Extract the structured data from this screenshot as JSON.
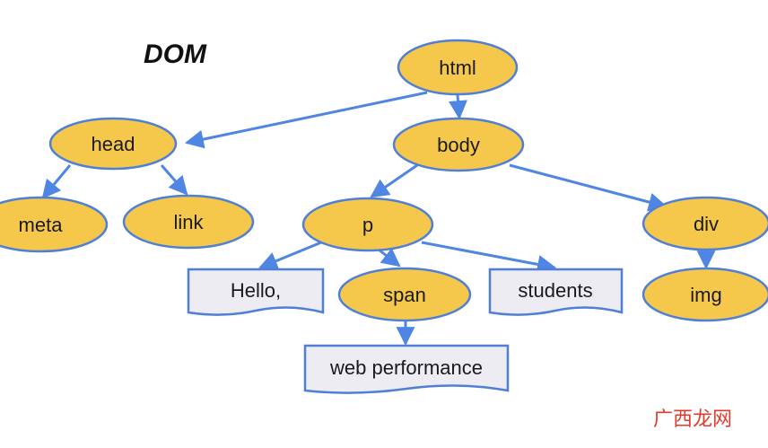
{
  "title": "DOM",
  "colors": {
    "node_fill": "#f5c84b",
    "node_stroke": "#4f7fd6",
    "edge": "#4f86e3",
    "text_box_fill": "#ececf2",
    "text_box_stroke": "#4f7fd6"
  },
  "nodes": {
    "html": "html",
    "head": "head",
    "body": "body",
    "meta": "meta",
    "link": "link",
    "p": "p",
    "div": "div",
    "hello": "Hello,",
    "span": "span",
    "students": "students",
    "img": "img",
    "web_performance": "web performance"
  },
  "watermark": "广西龙网"
}
